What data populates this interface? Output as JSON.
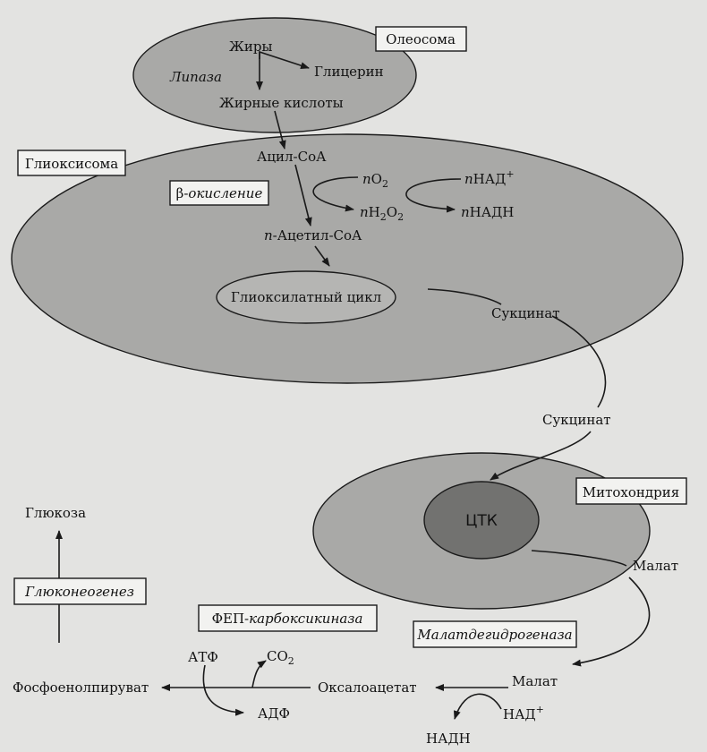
{
  "colors": {
    "background": "#e3e3e1",
    "organelle": "#a9a9a7",
    "inner_cycle": "#b5b5b3",
    "ctk_core": "#727270",
    "box": "#f2f2f0",
    "line": "#1a1a1a"
  },
  "oleosome": {
    "box_label": "Олеосома",
    "fats": "Жиры",
    "lipase": "Липаза",
    "glycerol": "Глицерин",
    "fatty_acids": "Жирные кислоты"
  },
  "glyoxysome": {
    "box_label": "Глиоксисома",
    "acyl_coa": "Ацил-СоА",
    "beta_oxidation_prefix": "β-",
    "beta_oxidation_word": "окисление",
    "o2_coef": "n",
    "o2_base": "O",
    "o2_sub": "2",
    "h2o2_coef": "n",
    "h2o2_h": "H",
    "h2o2_sub1": "2",
    "h2o2_o": "O",
    "h2o2_sub2": "2",
    "nad_coef": "n",
    "nad_base": "НАД",
    "nad_sup": "+",
    "nadh_coef": "n",
    "nadh_base": "НАДН",
    "acetyl_coef": "n",
    "acetyl_base": "-Ацетил-СоА",
    "glyoxylate_cycle": "Глиоксилатный цикл",
    "succinate": "Сукцинат"
  },
  "transport": {
    "succinate": "Сукцинат"
  },
  "mitochondria": {
    "box_label": "Митохондрия",
    "ctk": "ЦТК",
    "malate": "Малат"
  },
  "cytosol": {
    "malate": "Малат",
    "malate_dehydrogenase": "Малатдегидрогеназа",
    "nad_base": "НАД",
    "nad_sup": "+",
    "nadh": "НАДН",
    "oxaloacetate": "Оксалоацетат",
    "pep_prefix": "ФЕП-",
    "pep_word": "карбоксикиназа",
    "atp": "АТФ",
    "co2_base": "CO",
    "co2_sub": "2",
    "adp": "АДФ",
    "pep": "Фосфоенолпируват",
    "gluconeogenesis": "Глюконеогенез",
    "glucose": "Глюкоза"
  }
}
